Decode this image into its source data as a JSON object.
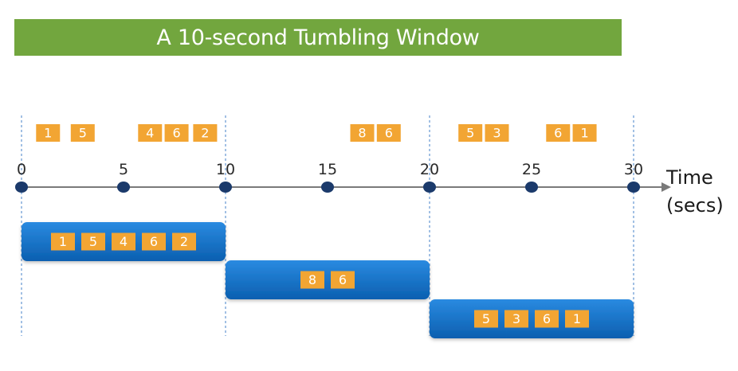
{
  "title": "A 10-second Tumbling Window",
  "axis": {
    "label_line1": "Time",
    "label_line2": "(secs)",
    "ticks": [
      0,
      5,
      10,
      15,
      20,
      25,
      30
    ],
    "window_boundaries": [
      0,
      10,
      20,
      30
    ]
  },
  "events": [
    {
      "t": 1.3,
      "value": "1"
    },
    {
      "t": 3.0,
      "value": "5"
    },
    {
      "t": 6.3,
      "value": "4"
    },
    {
      "t": 7.6,
      "value": "6"
    },
    {
      "t": 9.0,
      "value": "2"
    },
    {
      "t": 16.7,
      "value": "8"
    },
    {
      "t": 18.0,
      "value": "6"
    },
    {
      "t": 22.0,
      "value": "5"
    },
    {
      "t": 23.3,
      "value": "3"
    },
    {
      "t": 26.3,
      "value": "6"
    },
    {
      "t": 27.6,
      "value": "1"
    }
  ],
  "windows": [
    {
      "start": 0,
      "end": 10,
      "values": [
        "1",
        "5",
        "4",
        "6",
        "2"
      ]
    },
    {
      "start": 10,
      "end": 20,
      "values": [
        "8",
        "6"
      ]
    },
    {
      "start": 20,
      "end": 30,
      "values": [
        "5",
        "3",
        "6",
        "1"
      ]
    }
  ],
  "colors": {
    "banner": "#72a63e",
    "event_box": "#f2a533",
    "window_bar": "#1677d2",
    "window_bar_dark": "#0d5fae",
    "axis": "#7a7a7a",
    "dot": "#1b3a6b",
    "dashed": "#6f9fd6"
  }
}
